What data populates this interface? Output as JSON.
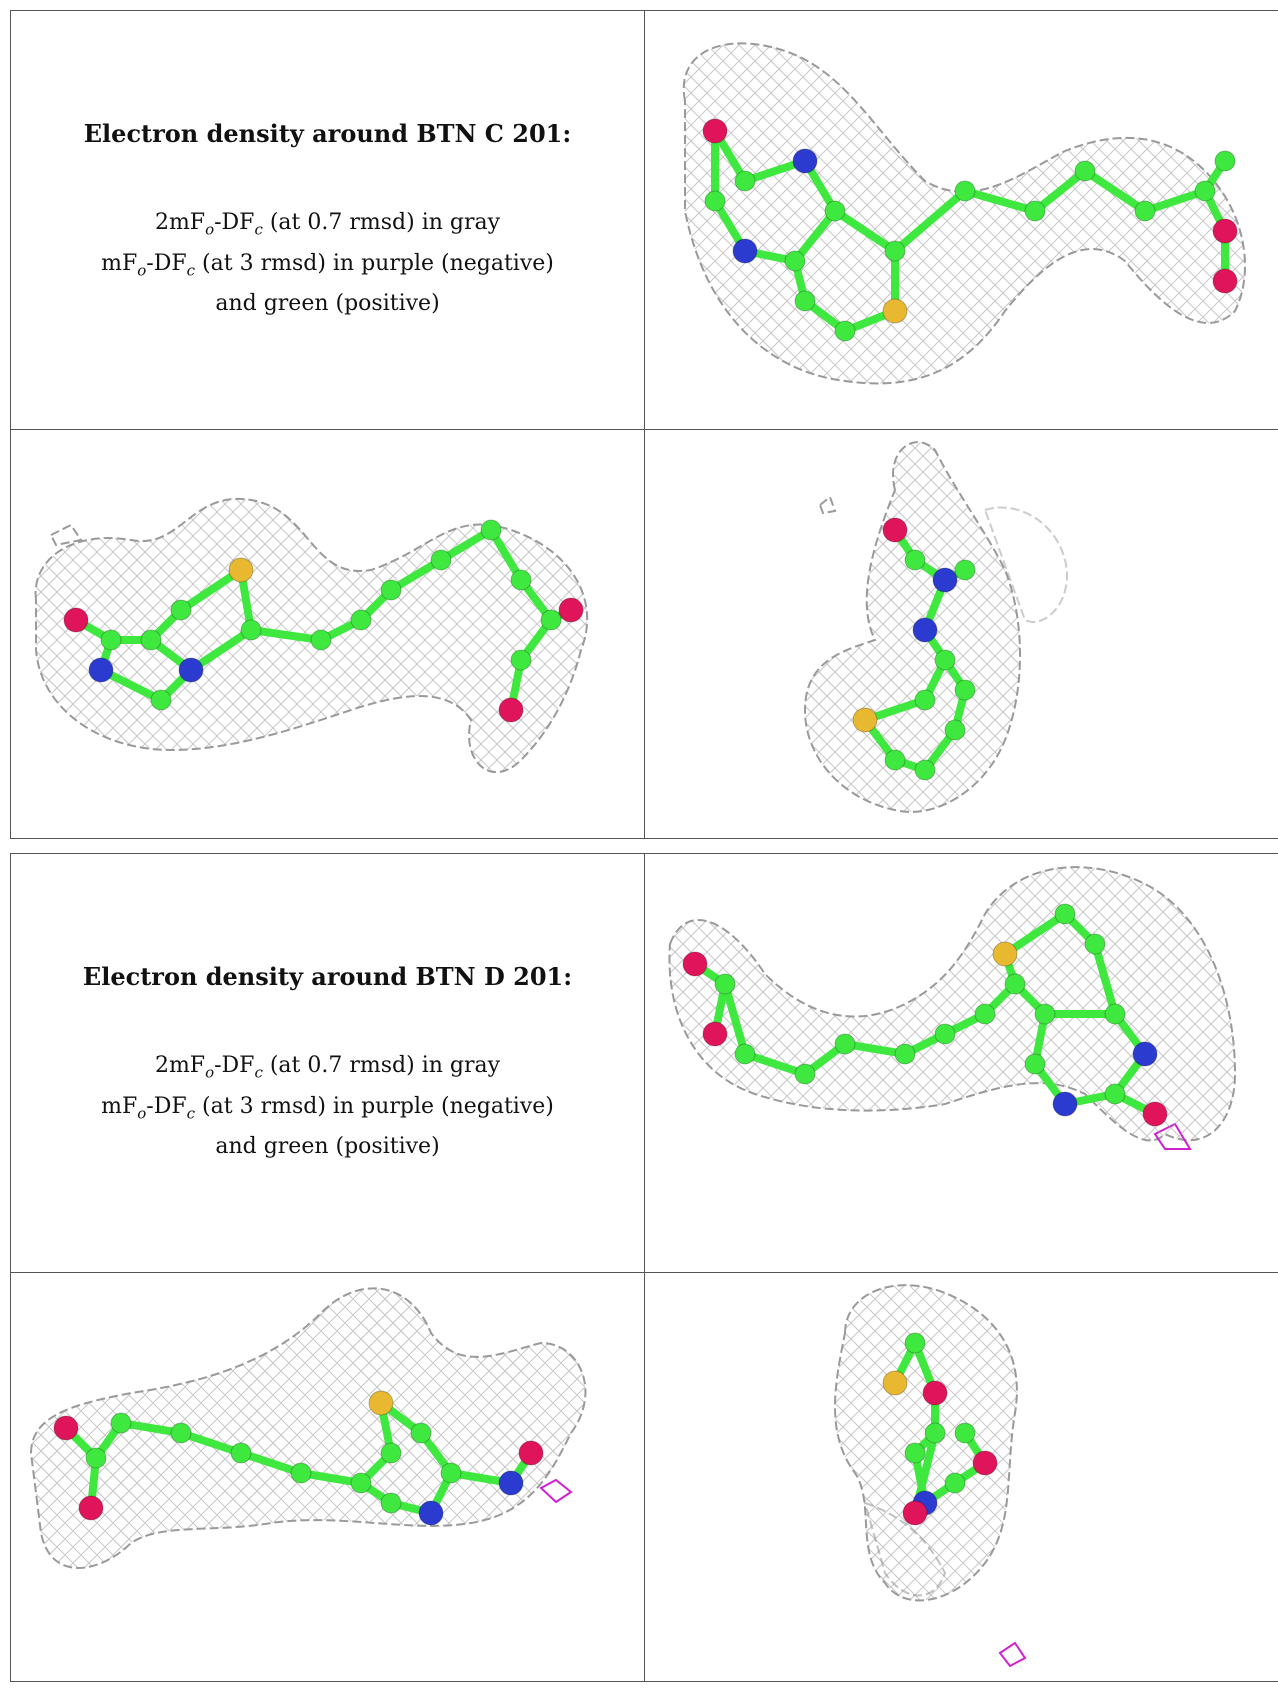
{
  "panels": [
    {
      "title": "Electron density around BTN C 201:",
      "legend": {
        "line1_a": "2mF",
        "line1_sub1": "o",
        "line1_b": "-DF",
        "line1_sub2": "c",
        "line1_c": " (at 0.7 rmsd) in gray",
        "line2_a": "mF",
        "line2_sub1": "o",
        "line2_b": "-DF",
        "line2_sub2": "c",
        "line2_c": " (at 3 rmsd) in purple (negative)",
        "line3": "and green (positive)"
      }
    },
    {
      "title": "Electron density around BTN D 201:",
      "legend": {
        "line1_a": "2mF",
        "line1_sub1": "o",
        "line1_b": "-DF",
        "line1_sub2": "c",
        "line1_c": " (at 0.7 rmsd) in gray",
        "line2_a": "mF",
        "line2_sub1": "o",
        "line2_b": "-DF",
        "line2_sub2": "c",
        "line2_c": " (at 3 rmsd) in purple (negative)",
        "line3": "and green (positive)"
      }
    }
  ],
  "colors": {
    "mesh": "#9a9a9a",
    "carbon": "#3ee83e",
    "nitrogen": "#2b3bd0",
    "oxygen": "#e0145a",
    "sulfur": "#e8b830",
    "negative_density": "#d020d0"
  }
}
